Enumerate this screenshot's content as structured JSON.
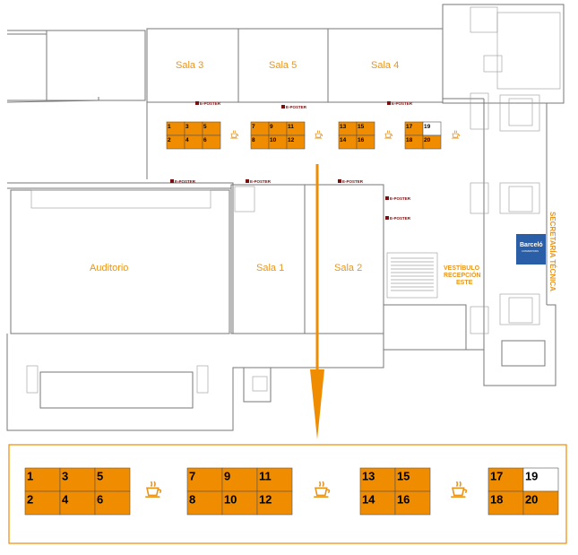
{
  "rooms": {
    "sala3": "Sala 3",
    "sala5": "Sala 5",
    "sala4": "Sala 4",
    "auditorio": "Auditorio",
    "sala1": "Sala 1",
    "sala2": "Sala 2"
  },
  "vestibulo": {
    "line1": "VESTÍBULO",
    "line2": "RECEPCIÓN",
    "line3": "ESTE"
  },
  "secretaria": "SECRETARÍA TÉCNICA",
  "logo": {
    "name": "Barceló",
    "sub": "CONVENTIONS"
  },
  "eposter_label": "E-POSTER",
  "stands": {
    "group1": [
      [
        "1",
        "3",
        "5"
      ],
      [
        "2",
        "4",
        "6"
      ]
    ],
    "group2": [
      [
        "7",
        "9",
        "11"
      ],
      [
        "8",
        "10",
        "12"
      ]
    ],
    "group3": [
      [
        "13",
        "15"
      ],
      [
        "14",
        "16"
      ]
    ],
    "group4": [
      [
        "17",
        "19"
      ],
      [
        "18",
        "20"
      ]
    ]
  },
  "colors": {
    "stand_fill": "#f08c00",
    "accent": "#e8961e",
    "eposter": "#7a0d0d",
    "logo_bg": "#2a5fa8"
  },
  "icons": [
    "coffee-icon"
  ]
}
